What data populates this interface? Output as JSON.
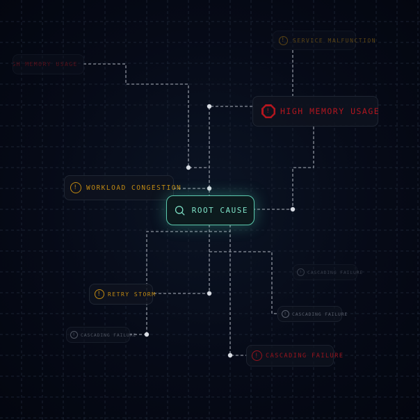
{
  "colors": {
    "background": "#050915",
    "critical": "#b3161f",
    "warning": "#c28a12",
    "neutral": "#6f7683",
    "root": "#7fe3c8",
    "connector": "#b9bec8"
  },
  "root": {
    "label": "ROOT CAUSE",
    "icon": "search-icon"
  },
  "nodes": [
    {
      "label": "HIGH MEMORY USAGE",
      "severity": "critical",
      "icon": "alert-icon"
    },
    {
      "label": "SERVICE MALFUNCTION",
      "severity": "warning",
      "icon": "alert-icon"
    },
    {
      "label": "HIGH MEMORY USAGE",
      "severity": "critical",
      "icon": "alert-octagon-icon"
    },
    {
      "label": "WORKLOAD CONGESTION",
      "severity": "warning",
      "icon": "alert-icon"
    },
    {
      "label": "CASCADING FAILURE",
      "severity": "neutral",
      "icon": "alert-icon"
    },
    {
      "label": "RETRY STORM",
      "severity": "warning",
      "icon": "alert-icon"
    },
    {
      "label": "CASCADING FAILURE",
      "severity": "neutral",
      "icon": "alert-icon"
    },
    {
      "label": "CASCADING FAILURE",
      "severity": "neutral",
      "icon": "alert-icon"
    },
    {
      "label": "CASCADING FAILURE",
      "severity": "critical",
      "icon": "alert-icon"
    }
  ]
}
